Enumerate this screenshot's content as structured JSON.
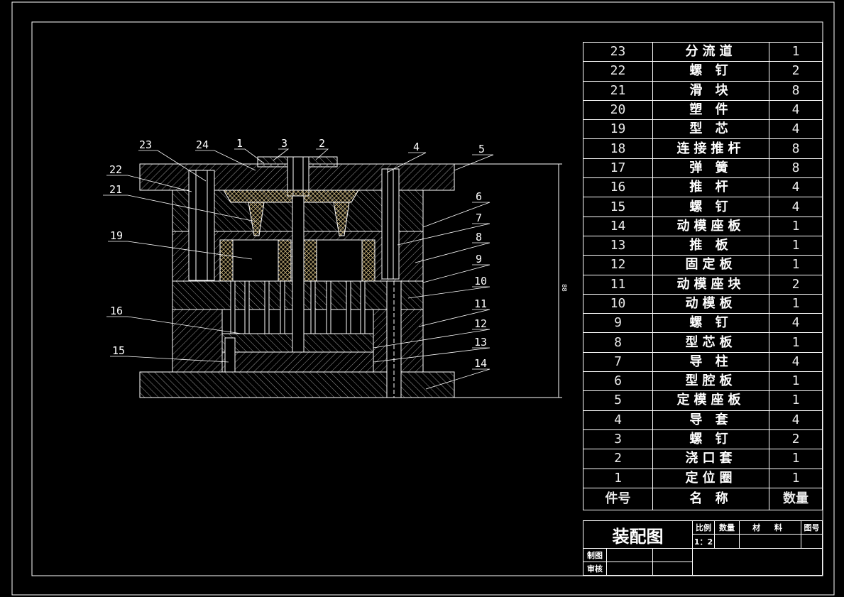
{
  "drawing": {
    "part_labels": [
      "23",
      "24",
      "1",
      "3",
      "2",
      "4",
      "5",
      "22",
      "21",
      "6",
      "7",
      "19",
      "8",
      "9",
      "10",
      "11",
      "16",
      "12",
      "13",
      "15",
      "14"
    ],
    "dimension_label": "88"
  },
  "bom": {
    "rows": [
      {
        "no": "23",
        "name": "分流道",
        "qty": "1"
      },
      {
        "no": "22",
        "name": "螺 钉",
        "qty": "2"
      },
      {
        "no": "21",
        "name": "滑 块",
        "qty": "8"
      },
      {
        "no": "20",
        "name": "塑 件",
        "qty": "4"
      },
      {
        "no": "19",
        "name": "型 芯",
        "qty": "4"
      },
      {
        "no": "18",
        "name": "连接推杆",
        "qty": "8"
      },
      {
        "no": "17",
        "name": "弹 簧",
        "qty": "8"
      },
      {
        "no": "16",
        "name": "推 杆",
        "qty": "4"
      },
      {
        "no": "15",
        "name": "螺 钉",
        "qty": "4"
      },
      {
        "no": "14",
        "name": "动模座板",
        "qty": "1"
      },
      {
        "no": "13",
        "name": "推 板",
        "qty": "1"
      },
      {
        "no": "12",
        "name": "固定板",
        "qty": "1"
      },
      {
        "no": "11",
        "name": "动模座块",
        "qty": "2"
      },
      {
        "no": "10",
        "name": "动模板",
        "qty": "1"
      },
      {
        "no": "9",
        "name": "螺 钉",
        "qty": "4"
      },
      {
        "no": "8",
        "name": "型芯板",
        "qty": "1"
      },
      {
        "no": "7",
        "name": "导 柱",
        "qty": "4"
      },
      {
        "no": "6",
        "name": "型腔板",
        "qty": "1"
      },
      {
        "no": "5",
        "name": "定模座板",
        "qty": "1"
      },
      {
        "no": "4",
        "name": "导 套",
        "qty": "4"
      },
      {
        "no": "3",
        "name": "螺 钉",
        "qty": "2"
      },
      {
        "no": "2",
        "name": "浇口套",
        "qty": "1"
      },
      {
        "no": "1",
        "name": "定位圈",
        "qty": "1"
      }
    ],
    "header": {
      "no": "件号",
      "name": "名 称",
      "qty": "数量"
    }
  },
  "title_block": {
    "title": "装配图",
    "scale_label": "比例",
    "scale_value": "1：2",
    "qty_label": "数量",
    "material_label": "材 料",
    "drawing_no_label": "图号",
    "drawn_by_label": "制图",
    "checked_by_label": "审核"
  }
}
